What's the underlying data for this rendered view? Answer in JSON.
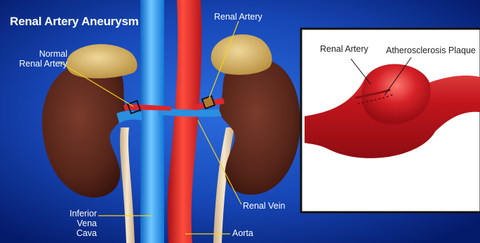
{
  "title": "Renal Artery Aneurysm",
  "labels": {
    "normal_renal_artery": "Normal\nRenal Artery",
    "renal_artery_top": "Renal Artery",
    "renal_vein": "Renal Vein",
    "inferior_vena_cava": "Inferior\nVena Cava",
    "aorta": "Aorta"
  },
  "inset": {
    "renal_artery": "Renal Artery",
    "plaque": "Atherosclerosis Plaque"
  },
  "colors": {
    "background_center": "#1d56c9",
    "background_edge": "#031a6b",
    "kidney": "#5b2a1f",
    "adrenal": "#d8b86a",
    "aorta": "#d81c20",
    "vena_cava": "#2a9be8",
    "ureter": "#e9d3b0",
    "leader_line": "#f3d21a"
  }
}
